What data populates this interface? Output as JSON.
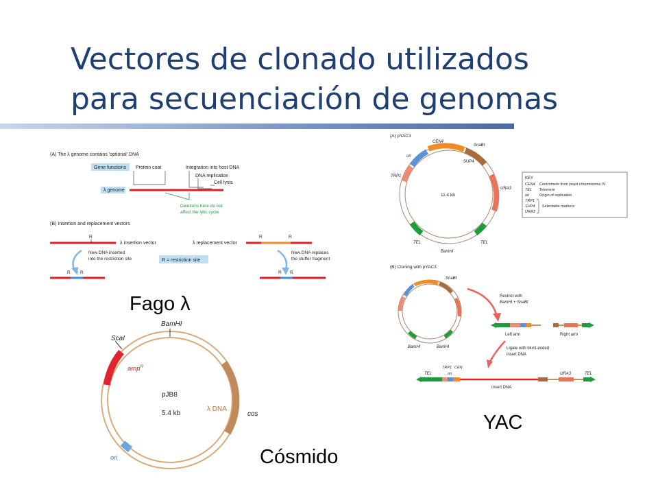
{
  "title": {
    "line1": "Vectores de clonado utilizados",
    "line2": "para secuenciación de genomas"
  },
  "captions": {
    "lambda": "Fago λ",
    "cosmid": "Cósmido",
    "yac": "YAC"
  },
  "lambda_fig": {
    "panel_a": "(A) The λ genome contains 'optional' DNA",
    "gene_functions": "Gene functions",
    "protein_coat": "Protein coat",
    "integration": "Integration into host DNA",
    "dna_replication": "DNA replication",
    "cell_lysis": "Cell lysis",
    "genome": "λ genome",
    "deletions_1": "Deletions here do not",
    "deletions_2": "affect the lytic cycle",
    "panel_b": "(B) Insertion and replacement vectors",
    "insertion_vector": "λ insertion vector",
    "replacement_vector": "λ replacement vector",
    "r": "R",
    "new_dna_ins_1": "New DNA inserted",
    "new_dna_ins_2": "into the restriction site",
    "r_site": "R = restriction site",
    "new_dna_rep_1": "New DNA replaces",
    "new_dna_rep_2": "the stuffer fragment"
  },
  "cosmid_fig": {
    "bamhi": "BamHI",
    "scai": "ScaI",
    "amp": "amp",
    "amp_sup": "R",
    "name": "pJB8",
    "size": "5.4 kb",
    "lambda_dna": "λ DNA",
    "cos": "cos",
    "ori": "ori"
  },
  "yac_fig": {
    "panel_a": "(A) pYAC3",
    "cen4": "CEN4",
    "snabi": "SnaBI",
    "sup4": "SUP4",
    "ori": "ori",
    "trp1": "TRP1",
    "ura3": "URA3",
    "size": "11.4 kb",
    "tel": "TEL",
    "bamhi": "BamHI",
    "key_title": "KEY",
    "key_items": [
      {
        "k": "CEN4",
        "v": "Centromere from yeast chromosome IV"
      },
      {
        "k": "TEL",
        "v": "Telomere"
      },
      {
        "k": "ori",
        "v": "Origin of replication"
      },
      {
        "k": "TRP1",
        "v": ""
      },
      {
        "k": "SUP4",
        "v": "Selectable markers"
      },
      {
        "k": "URA3",
        "v": ""
      }
    ],
    "panel_b": "(B) Cloning with pYAC3",
    "restrict_1": "Restrict with",
    "restrict_2": "BamHI + SnaBI",
    "left_arm": "Left arm",
    "right_arm": "Right arm",
    "ligate_1": "Ligate with blunt-ended",
    "ligate_2": "insert DNA",
    "cen": "CEN",
    "insert_dna": "Insert DNA"
  },
  "colors": {
    "title": "#1f3f73",
    "rule_light": "#b9c9e2",
    "rule_dark": "#4f6fa6",
    "red": "#d9202b",
    "blue": "#3d8ed6",
    "orange": "#f08c24",
    "brown": "#a86c3c",
    "green": "#1c9c3a",
    "salmon": "#e8745a",
    "tan": "#c7905e",
    "ring": "#d9a97a"
  }
}
